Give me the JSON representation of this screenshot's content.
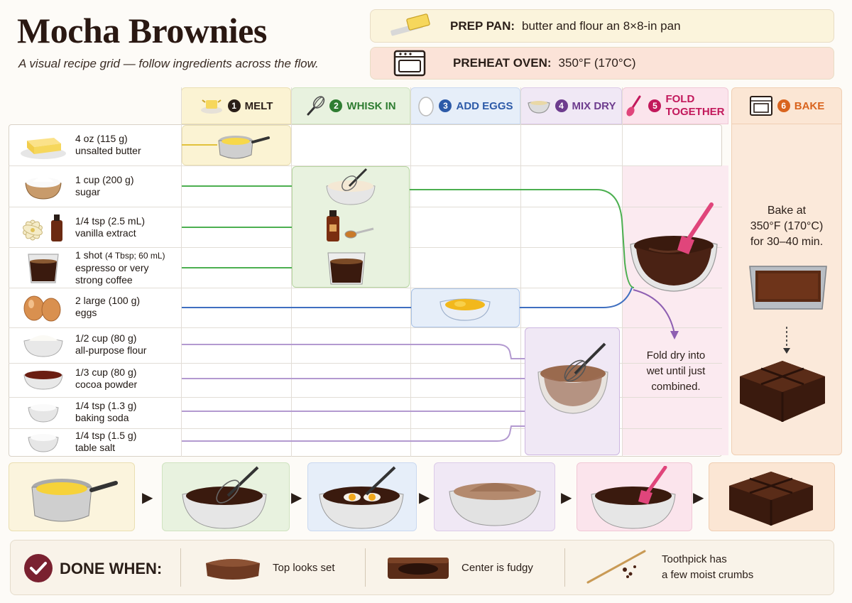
{
  "header": {
    "title": "Mocha Brownies",
    "subtitle": "A visual recipe grid — follow ingredients across the flow."
  },
  "prep": {
    "prep_pan_label": "PREP PAN:",
    "prep_pan_value": "butter and flour an 8×8-in pan",
    "preheat_label": "PREHEAT OVEN:",
    "preheat_value": "350°F (170°C)"
  },
  "steps": [
    {
      "num": "1",
      "label": "MELT",
      "color": "#2a1e18"
    },
    {
      "num": "2",
      "label": "WHISK IN",
      "color": "#2f7d32"
    },
    {
      "num": "3",
      "label": "ADD EGGS",
      "color": "#2d5aa8"
    },
    {
      "num": "4",
      "label": "MIX DRY",
      "color": "#6d3c8e"
    },
    {
      "num": "5",
      "label_line1": "FOLD",
      "label_line2": "TOGETHER",
      "color": "#c2185b"
    },
    {
      "num": "6",
      "label": "BAKE",
      "color": "#d9641e"
    }
  ],
  "ingredients": [
    {
      "line1": "4 oz (115 g)",
      "line2": "unsalted butter"
    },
    {
      "line1": "1 cup (200 g)",
      "line2": "sugar"
    },
    {
      "line1": "1/4 tsp (2.5 mL)",
      "line2": "vanilla extract"
    },
    {
      "line1": "1 shot",
      "line1_small": "(4 Tbsp; 60 mL)",
      "line2": "espresso or very",
      "line3": "strong coffee"
    },
    {
      "line1": "2 large (100 g)",
      "line2": "eggs"
    },
    {
      "line1": "1/2 cup (80 g)",
      "line2": "all-purpose flour"
    },
    {
      "line1": "1/3 cup (80 g)",
      "line2": "cocoa powder"
    },
    {
      "line1": "1/4 tsp (1.3 g)",
      "line2": "baking soda"
    },
    {
      "line1": "1/4 tsp (1.5 g)",
      "line2": "table salt"
    }
  ],
  "fold_note": {
    "line1": "Fold dry into",
    "line2": "wet until just",
    "line3": "combined."
  },
  "bake_note": {
    "line1": "Bake at",
    "line2": "350°F (170°C)",
    "line3": "for 30–40 min."
  },
  "done": {
    "label": "DONE WHEN:",
    "items": [
      {
        "text": "Top looks set"
      },
      {
        "text": "Center is fudgy"
      },
      {
        "line1": "Toothpick has",
        "line2": "a few moist crumbs"
      }
    ]
  },
  "colors": {
    "melt": "#c9a227",
    "whisk": "#4caf50",
    "eggs": "#3f6fc0",
    "dry": "#a27cc2",
    "fold": "#c2185b",
    "bake": "#d9641e",
    "chocolate": "#3a1a0e"
  }
}
